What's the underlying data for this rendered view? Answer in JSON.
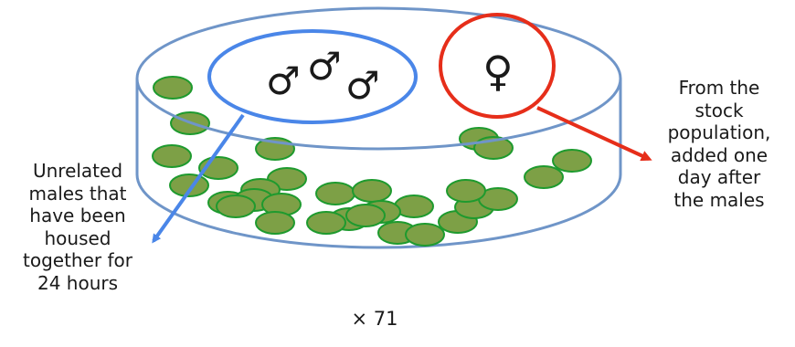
{
  "colors": {
    "dish": "#6f95c8",
    "male_circle": "#4a86e8",
    "female_circle": "#e62e1a",
    "disc_fill": "#7da046",
    "disc_edge": "#1e9a2e"
  },
  "symbols": {
    "male": "♂",
    "female": "♀"
  },
  "labels": {
    "left": [
      "Unrelated",
      "males that",
      "have been",
      "housed",
      "together for",
      "24 hours"
    ],
    "right": [
      "From the",
      "stock",
      "population,",
      "added one",
      "day after",
      "the males"
    ],
    "count": "× 71"
  }
}
